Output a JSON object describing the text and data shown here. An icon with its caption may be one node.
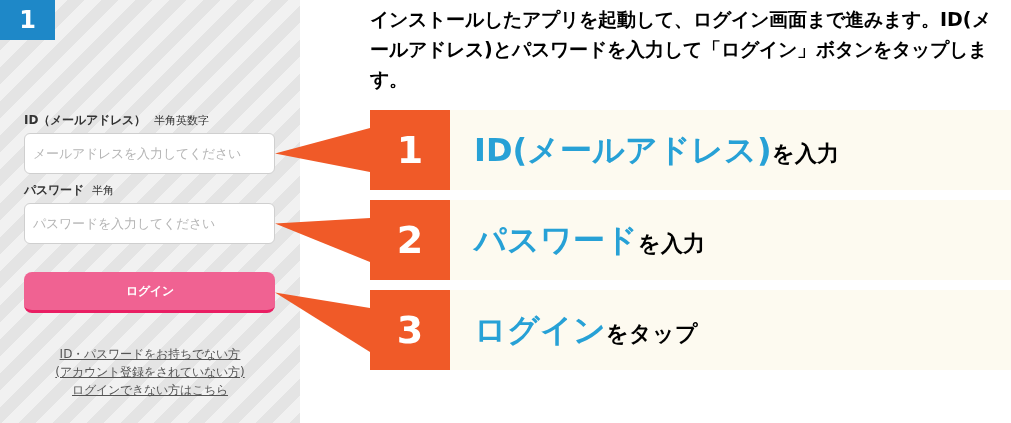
{
  "diagram": {
    "nodes": [
      {
        "text": [
          "メールアドレスを入力してください"
        ],
        "beside": [
          "ID（メールアドレス）",
          "半角英数字"
        ]
      },
      {
        "text": [
          "パスワードを入力してください"
        ],
        "beside": [
          "パスワード",
          "半角"
        ]
      },
      {
        "text": [
          "ログイン"
        ]
      },
      {
        "text": [
          "1",
          "**ID(メールアドレス)**を入力"
        ]
      },
      {
        "text": [
          "2",
          "**パスワード**を入力"
        ]
      },
      {
        "text": [
          "3",
          "**ログイン**をタップ"
        ]
      }
    ],
    "edges": [
      {
        "from": 3,
        "to": 0,
        "arrow": "to"
      },
      {
        "from": 4,
        "to": 1,
        "arrow": "to"
      },
      {
        "from": 5,
        "to": 2,
        "arrow": "to"
      }
    ],
    "labels": [
      "1",
      "インストールしたアプリを起動して、ログイン画面まで進みます。ID(メールアドレス)とパスワードを入力して「ログイン」ボタンをタップします。",
      "ID・パスワードをお持ちでない方",
      "(アカウント登録をされていない方)",
      "ログインできない方はこちら"
    ]
  }
}
